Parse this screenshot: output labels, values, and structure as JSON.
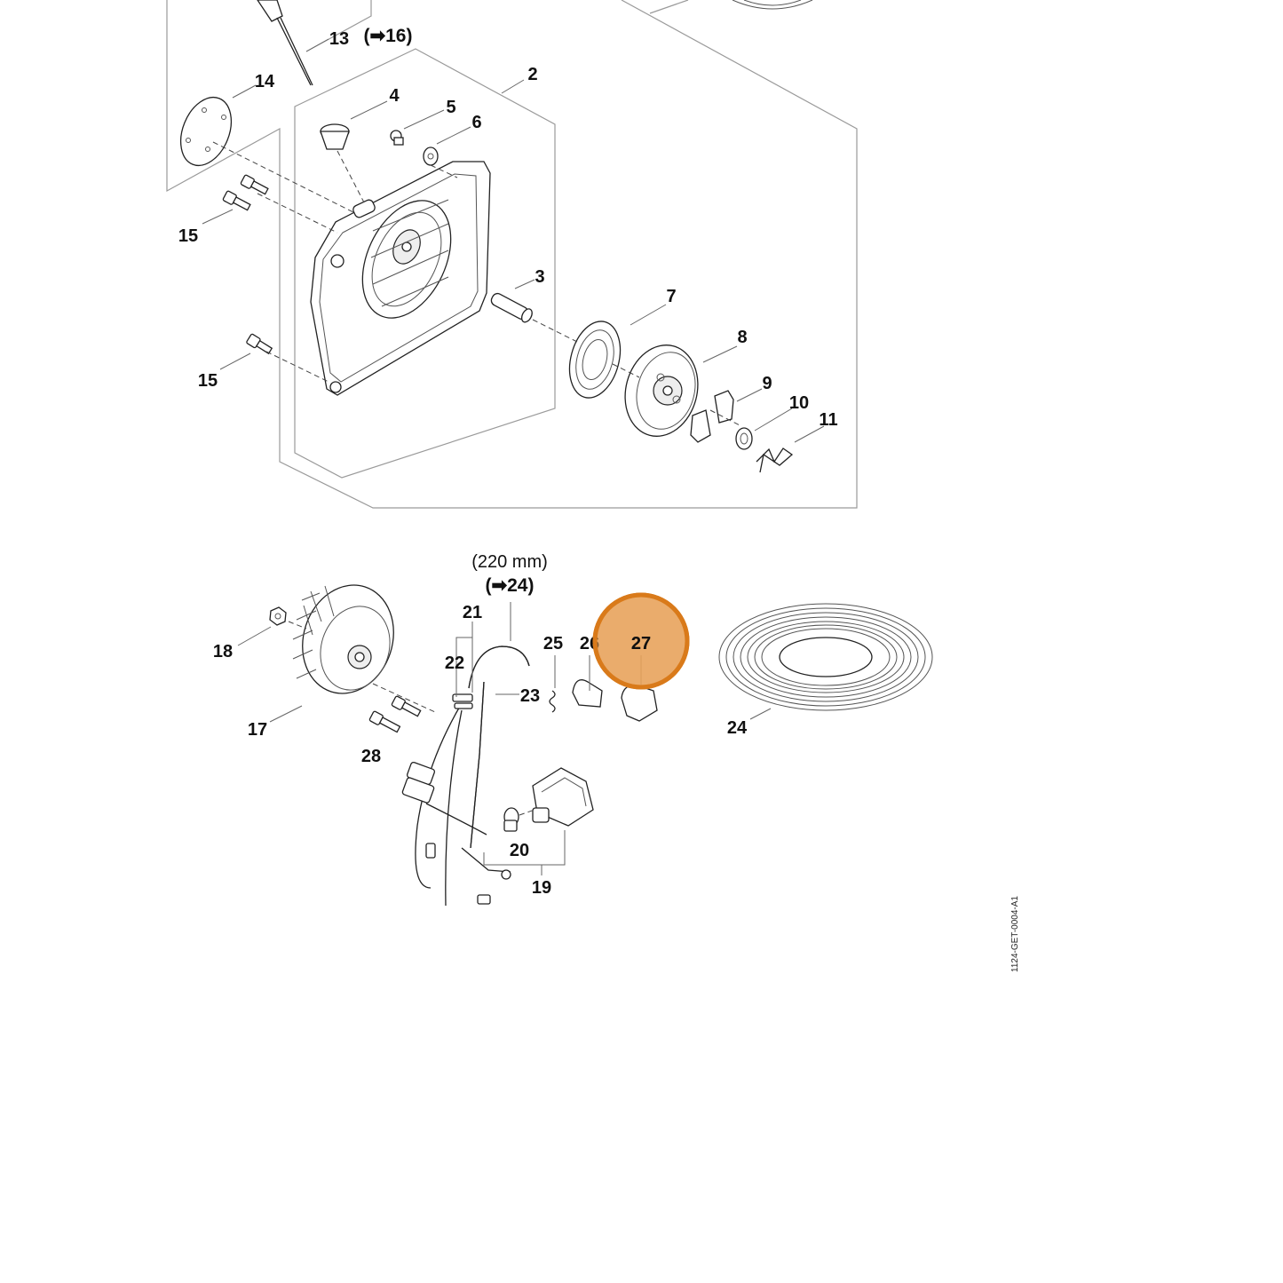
{
  "callouts": {
    "c2": "2",
    "c3": "3",
    "c4": "4",
    "c5": "5",
    "c6": "6",
    "c7": "7",
    "c8": "8",
    "c9": "9",
    "c10": "10",
    "c11": "11",
    "c13": "13",
    "c14": "14",
    "c15a": "15",
    "c15b": "15",
    "c17": "17",
    "c18": "18",
    "c19": "19",
    "c20": "20",
    "c21": "21",
    "c22": "22",
    "c23": "23",
    "c24": "24",
    "c25": "25",
    "c26": "26",
    "c27": "27",
    "c28": "28"
  },
  "notes": {
    "ref_top": "(➡16)",
    "length": "(220 mm)",
    "ref_bottom": "(➡24)"
  },
  "document_id": "1124-GET-0004-A1",
  "highlight": {
    "part": "27",
    "color": "#e8a25a",
    "ring_color": "#d97a1a"
  }
}
